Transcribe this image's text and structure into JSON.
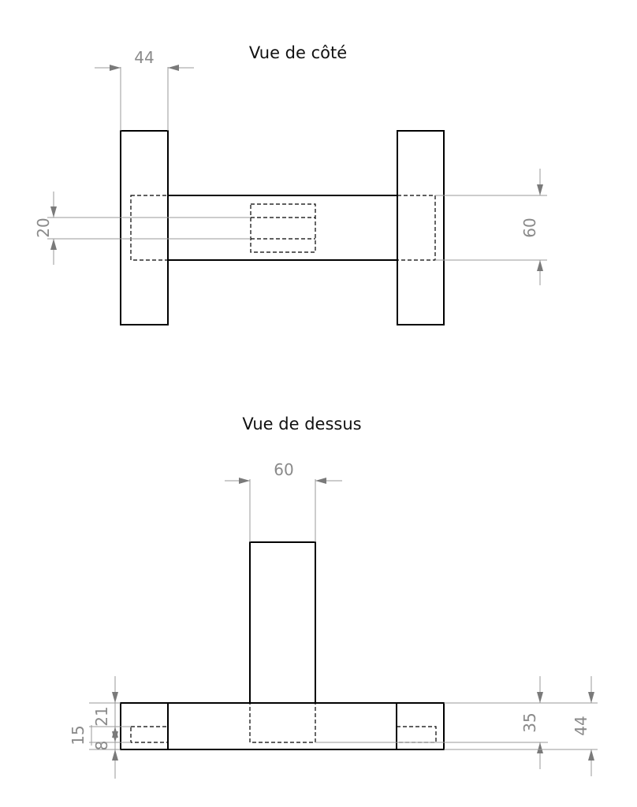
{
  "views": {
    "side": {
      "title": "Vue de côté"
    },
    "top": {
      "title": "Vue de dessus"
    }
  },
  "dimensions": {
    "side_block_width": "44",
    "side_slot_height": "20",
    "side_axle_height": "60",
    "top_stem_width": "60",
    "top_dim_21": "21",
    "top_dim_15": "15",
    "top_dim_8": "8",
    "top_dim_35": "35",
    "top_dim_44": "44"
  },
  "colors": {
    "outline": "#000000",
    "dimension": "#8a8a8a"
  }
}
